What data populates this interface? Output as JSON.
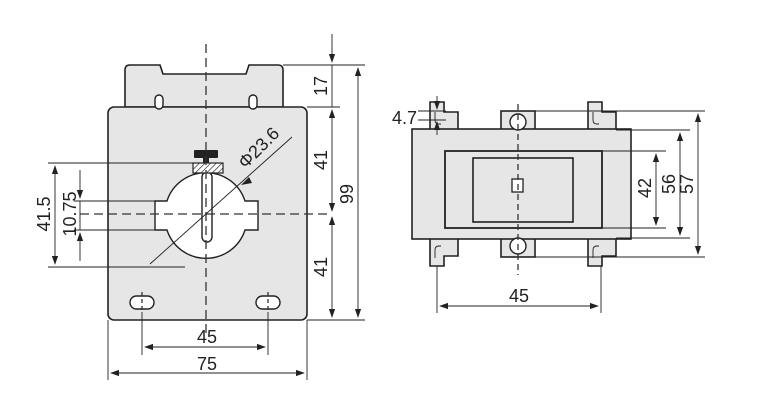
{
  "front_view": {
    "dims": {
      "width_overall": "75",
      "hole_spacing": "45",
      "height_overall": "99",
      "upper_section": "41",
      "lower_section": "41",
      "top_tab": "17",
      "window_height": "41.5",
      "bar_slot": "10.75",
      "window_diameter": "Φ23.6"
    }
  },
  "side_view": {
    "dims": {
      "pin_offset": "4.7",
      "body_42": "42",
      "body_56": "56",
      "body_57": "57",
      "base_width": "45"
    }
  }
}
